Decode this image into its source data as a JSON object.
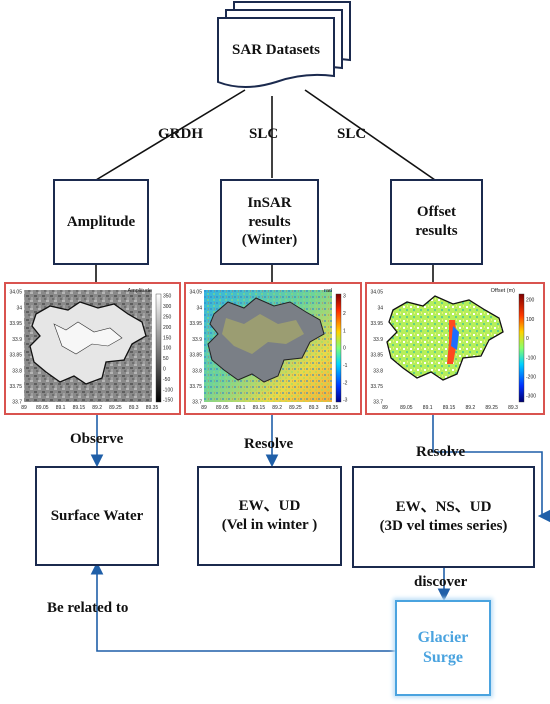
{
  "nodes": {
    "sar": "SAR Datasets",
    "amplitude": "Amplitude",
    "insar": [
      "InSAR",
      "results",
      "(Winter)"
    ],
    "offset": [
      "Offset",
      "results"
    ],
    "surface_water": "Surface Water",
    "ewud": [
      "EW、UD",
      "(Vel in winter )"
    ],
    "ewnsud": [
      "EW、NS、UD",
      "(3D vel times series)"
    ],
    "glacier": [
      "Glacier",
      "Surge"
    ]
  },
  "edges": {
    "grdh": "GRDH",
    "slc1": "SLC",
    "slc2": "SLC",
    "observe": "Observe",
    "resolve1": "Resolve",
    "resolve2": "Resolve",
    "discover": "discover",
    "related": "Be related to"
  },
  "panels": {
    "amplitude": {
      "title": "Amplitude",
      "x_ticks": [
        "89",
        "89.05",
        "89.1",
        "89.15",
        "89.2",
        "89.25",
        "89.3",
        "89.35"
      ],
      "y_ticks": [
        "34.05",
        "34",
        "33.95",
        "33.9",
        "33.85",
        "33.8",
        "33.75",
        "33.7"
      ],
      "cbar_ticks": [
        "350",
        "300",
        "250",
        "200",
        "150",
        "100",
        "50",
        "0",
        "-50",
        "-100",
        "-150"
      ]
    },
    "insar": {
      "title": "rad",
      "x_ticks": [
        "89",
        "89.05",
        "89.1",
        "89.15",
        "89.2",
        "89.25",
        "89.3",
        "89.35"
      ],
      "y_ticks": [
        "34.05",
        "34",
        "33.95",
        "33.9",
        "33.85",
        "33.8",
        "33.75",
        "33.7"
      ],
      "cbar_ticks": [
        "3",
        "2",
        "1",
        "0",
        "-1",
        "-2",
        "-3"
      ]
    },
    "offset": {
      "title": "Offset (m)",
      "x_ticks": [
        "89",
        "89.05",
        "89.1",
        "89.15",
        "89.2",
        "89.25",
        "89.3"
      ],
      "y_ticks": [
        "34.05",
        "34",
        "33.95",
        "33.9",
        "33.85",
        "33.8",
        "33.75",
        "33.7"
      ],
      "cbar_ticks": [
        "200",
        "100",
        "0",
        "-100",
        "-200",
        "-300"
      ]
    }
  },
  "colors": {
    "box_border": "#1b2a4e",
    "arrow": "#1f5fa8",
    "panel_border": "#d9534f",
    "glacier": "#4aa3df"
  }
}
